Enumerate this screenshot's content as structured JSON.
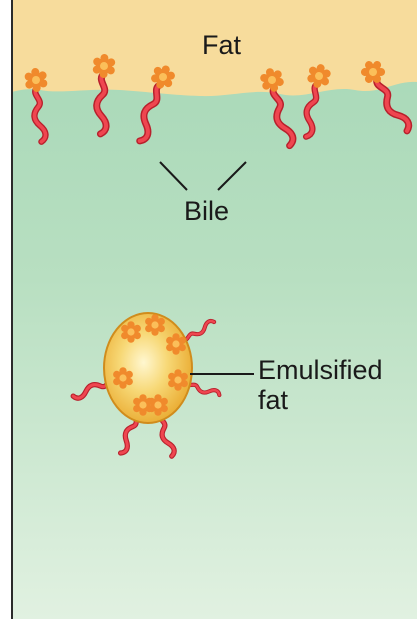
{
  "labels": {
    "fat": "Fat",
    "bile": "Bile",
    "emulsified_fat": "Emulsified\nfat"
  },
  "colors": {
    "fat_layer": "#f7dc9c",
    "water_top": "#a5d7b6",
    "water_bottom": "#e1f1e1",
    "bile_head": "#f08a2c",
    "bile_tail": "#e0343f",
    "droplet": "#f0be46",
    "border": "#2b2b2b"
  }
}
